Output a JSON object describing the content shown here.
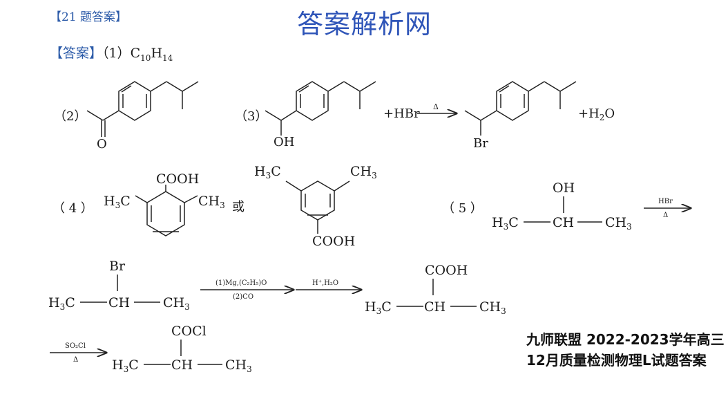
{
  "header": {
    "question_tag": "【21 题答案】",
    "site_title": "答案解析网"
  },
  "answer": {
    "bracket_label": "【答案】",
    "part1_label": "（1）",
    "formula_c": "C",
    "formula_c_sub": "10",
    "formula_h": "H",
    "formula_h_sub": "14"
  },
  "parts": {
    "p2": "（2）",
    "p3": "（3）",
    "p4": "（ 4 ）",
    "p5": "（ 5 ）",
    "or_word": "或"
  },
  "structures": {
    "p2_oxygen": "O",
    "p3_oh": "OH",
    "p3_plus_hbr": "+HBr",
    "p3_delta": "Δ",
    "p3_br": "Br",
    "p3_plus_h2o": "+H",
    "p3_h2o_sub": "2",
    "p3_h2o_o": "O",
    "p4_a_cooh": "COOH",
    "p4_a_h3c": "H",
    "p4_a_h3c_sub": "3",
    "p4_a_h3c_c": "C",
    "p4_a_ch3": "CH",
    "p4_a_ch3_sub": "3",
    "p4_b_h3c": "H",
    "p4_b_h3c_sub": "3",
    "p4_b_h3c_c": "C",
    "p4_b_ch3": "CH",
    "p4_b_ch3_sub": "3",
    "p4_b_cooh": "COOH",
    "p5_oh": "OH",
    "p5_h3c": "H",
    "p5_h3c_sub": "3",
    "p5_h3c_c": "C",
    "p5_ch": "CH",
    "p5_ch3": "CH",
    "p5_ch3_sub": "3",
    "p5_arrow_top": "HBr",
    "p5_arrow_bottom": "Δ",
    "r2_br": "Br",
    "r2_h3c": "H",
    "r2_h3c_sub": "3",
    "r2_h3c_c": "C",
    "r2_ch": "CH",
    "r2_ch3": "CH",
    "r2_ch3_sub": "3",
    "r2_arrow1_top": "(1)Mg,(C₂H₅)O",
    "r2_arrow1_bottom": "(2)CO",
    "r2_arrow2_top": "H⁺,H₂O",
    "r2_cooh": "COOH",
    "r2_prod_h3c": "H",
    "r2_prod_h3c_sub": "3",
    "r2_prod_h3c_c": "C",
    "r2_prod_ch": "CH",
    "r2_prod_ch3": "CH",
    "r2_prod_ch3_sub": "3",
    "r3_arrow_top": "SO₂Cl",
    "r3_arrow_bottom": "Δ",
    "r3_cocl": "COCl",
    "r3_h3c": "H",
    "r3_h3c_sub": "3",
    "r3_h3c_c": "C",
    "r3_ch": "CH",
    "r3_ch3": "CH",
    "r3_ch3_sub": "3"
  },
  "watermark": {
    "line1": "九师联盟 2022-2023学年高三12月质量检测物理L试题答案"
  }
}
